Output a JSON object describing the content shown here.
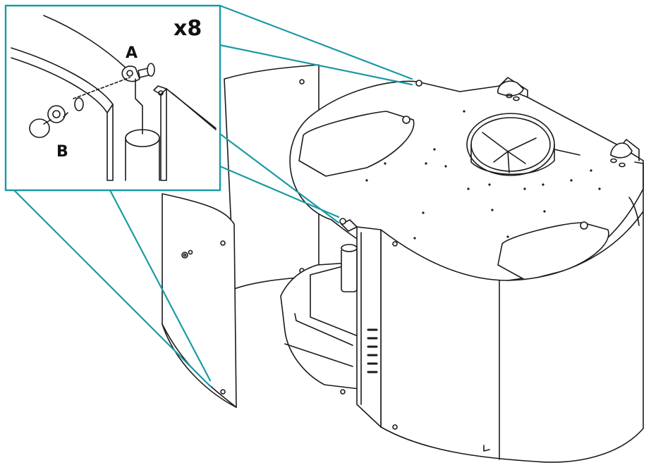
{
  "callout": {
    "multiplier": "x8",
    "part_a": "A",
    "part_b": "B"
  },
  "colors": {
    "callout_stroke": "#1a9aa5",
    "line": "#1a1a1a",
    "background": "#ffffff"
  }
}
